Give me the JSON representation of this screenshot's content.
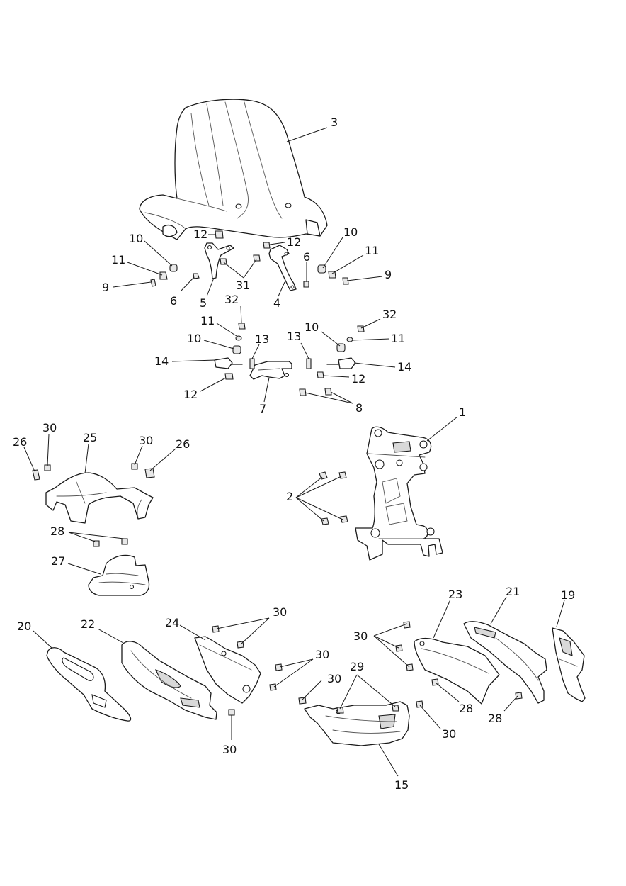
{
  "callouts": [
    {
      "id": "c3",
      "text": "3"
    },
    {
      "id": "c10a",
      "text": "10"
    },
    {
      "id": "c12a",
      "text": "12"
    },
    {
      "id": "c12b",
      "text": "12"
    },
    {
      "id": "c10b",
      "text": "10"
    },
    {
      "id": "c11a",
      "text": "11"
    },
    {
      "id": "c6a",
      "text": "6"
    },
    {
      "id": "c11b",
      "text": "11"
    },
    {
      "id": "c9a",
      "text": "9"
    },
    {
      "id": "c9b",
      "text": "9"
    },
    {
      "id": "c6b",
      "text": "6"
    },
    {
      "id": "c31",
      "text": "31"
    },
    {
      "id": "c5",
      "text": "5"
    },
    {
      "id": "c4",
      "text": "4"
    },
    {
      "id": "c32a",
      "text": "32"
    },
    {
      "id": "c32b",
      "text": "32"
    },
    {
      "id": "c11c",
      "text": "11"
    },
    {
      "id": "c10c",
      "text": "10"
    },
    {
      "id": "c13a",
      "text": "13"
    },
    {
      "id": "c13b",
      "text": "13"
    },
    {
      "id": "c10d",
      "text": "10"
    },
    {
      "id": "c11d",
      "text": "11"
    },
    {
      "id": "c14a",
      "text": "14"
    },
    {
      "id": "c14b",
      "text": "14"
    },
    {
      "id": "c12c",
      "text": "12"
    },
    {
      "id": "c12d",
      "text": "12"
    },
    {
      "id": "c7",
      "text": "7"
    },
    {
      "id": "c8",
      "text": "8"
    },
    {
      "id": "c1",
      "text": "1"
    },
    {
      "id": "c30a",
      "text": "30"
    },
    {
      "id": "c25",
      "text": "25"
    },
    {
      "id": "c30b",
      "text": "30"
    },
    {
      "id": "c26a",
      "text": "26"
    },
    {
      "id": "c26b",
      "text": "26"
    },
    {
      "id": "c2",
      "text": "2"
    },
    {
      "id": "c28a",
      "text": "28"
    },
    {
      "id": "c27",
      "text": "27"
    },
    {
      "id": "c23",
      "text": "23"
    },
    {
      "id": "c21",
      "text": "21"
    },
    {
      "id": "c19",
      "text": "19"
    },
    {
      "id": "c30c",
      "text": "30"
    },
    {
      "id": "c20",
      "text": "20"
    },
    {
      "id": "c22",
      "text": "22"
    },
    {
      "id": "c24",
      "text": "24"
    },
    {
      "id": "c30d",
      "text": "30"
    },
    {
      "id": "c29",
      "text": "29"
    },
    {
      "id": "c30e",
      "text": "30"
    },
    {
      "id": "c28b",
      "text": "28"
    },
    {
      "id": "c30f",
      "text": "30"
    },
    {
      "id": "c30g",
      "text": "30"
    },
    {
      "id": "c28c",
      "text": "28"
    },
    {
      "id": "c30h",
      "text": "30"
    },
    {
      "id": "c15",
      "text": "15"
    }
  ]
}
